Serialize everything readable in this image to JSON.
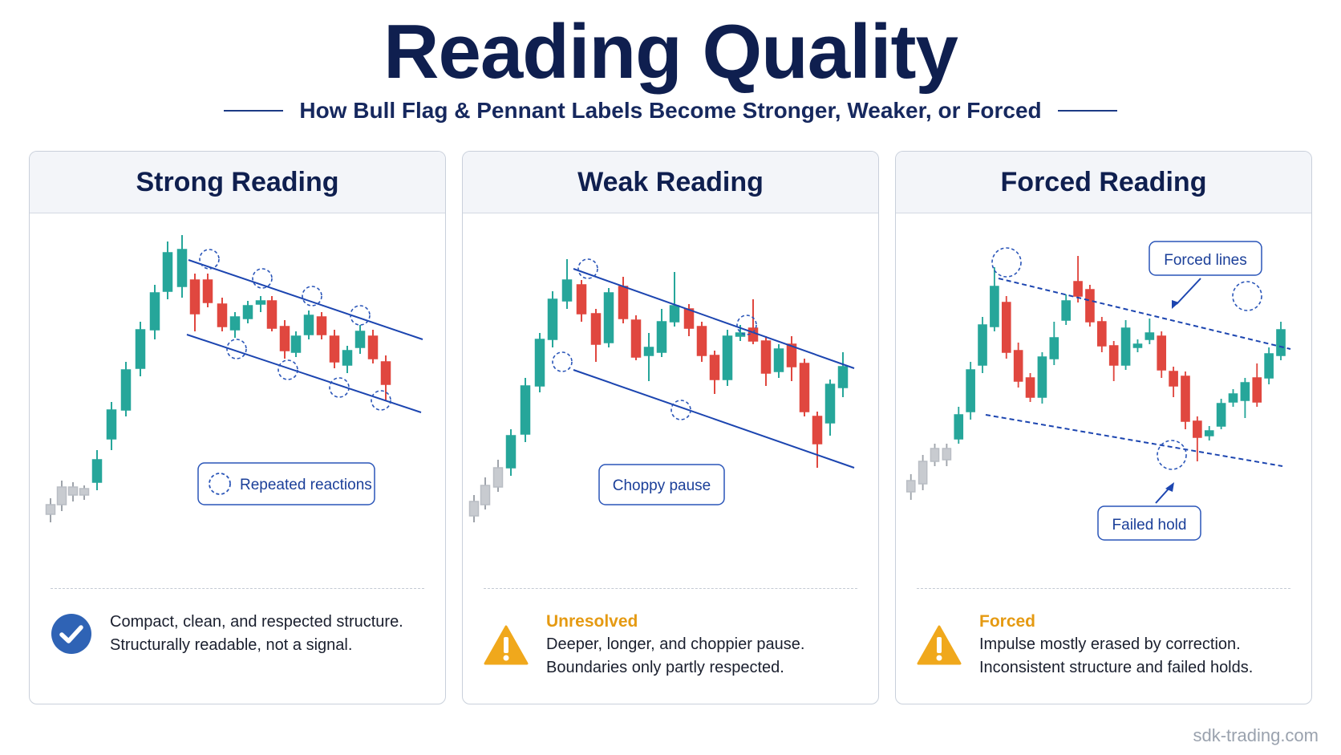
{
  "header": {
    "title": "Reading Quality",
    "subtitle": "How Bull Flag & Pennant Labels Become Stronger, Weaker, or Forced"
  },
  "colors": {
    "bull": "#26a69a",
    "bear": "#e0473f",
    "neutral": "#c8cbd0",
    "line": "#1c45b0",
    "navy": "#0f1f4f",
    "check": "#2f63b5",
    "warning": "#f0a81c"
  },
  "panels": [
    {
      "id": "strong",
      "title": "Strong Reading",
      "label": "Repeated reactions",
      "label_icon": "dashed-circle-icon",
      "footer_icon": "check-circle-icon",
      "footer_title": "",
      "footer_lines": [
        "Compact, clean, and respected structure.",
        "Structurally readable, not a signal."
      ]
    },
    {
      "id": "weak",
      "title": "Weak Reading",
      "label": "Choppy pause",
      "footer_icon": "warning-triangle-icon",
      "footer_title": "Unresolved",
      "footer_lines": [
        "Deeper, longer, and choppier pause.",
        "Boundaries only partly respected."
      ]
    },
    {
      "id": "forced",
      "title": "Forced Reading",
      "label_top": "Forced lines",
      "label_bottom": "Failed hold",
      "footer_icon": "warning-triangle-icon",
      "footer_title": "Forced",
      "footer_lines": [
        "Impulse mostly erased by correction.",
        "Inconsistent structure and failed holds."
      ]
    }
  ],
  "credit": "sdk-trading.com"
}
